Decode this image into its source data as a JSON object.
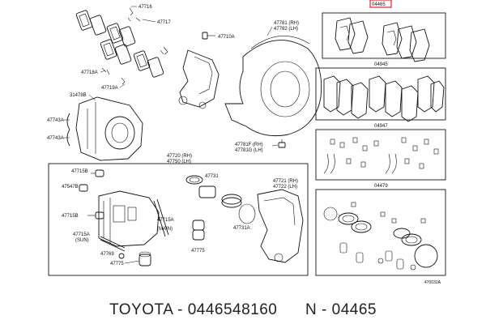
{
  "parts": {
    "p47716": "47716",
    "p47717": "47717",
    "p47718A": "47718A",
    "p47719A": "47719A",
    "p47710A": "47710A",
    "p47781rh": "47781 (RH)",
    "p47782lh": "47782 (LH)",
    "p31478B": "31478B",
    "p47743A_1": "47743A",
    "p47743A_2": "47743A",
    "p47781F": "47781F (RH)",
    "p47781G": "47781G (LH)",
    "p47720": "47720 (RH)",
    "p47750": "47750 (LH)",
    "p47715B_1": "47715B",
    "p47547B": "47547B",
    "p47715B_2": "47715B",
    "p47715A_sun": "47715A",
    "sun": "(SUN)",
    "p47769": "47769",
    "p47775_1": "47775",
    "p47715A_main": "47715A",
    "main": "(MAIN)",
    "p47775_2": "47775",
    "p47731": "47731",
    "p47731A": "47731A",
    "p47721": "47721 (RH)",
    "p47722": "47722 (LH)",
    "p04465": "04465",
    "p04945": "04945",
    "p04947": "04947",
    "p04479": "04479",
    "ref": "470032A"
  },
  "accent_color": "#e8202a",
  "footer": {
    "text": "TOYOTA - 0446548160      N - 04465"
  }
}
